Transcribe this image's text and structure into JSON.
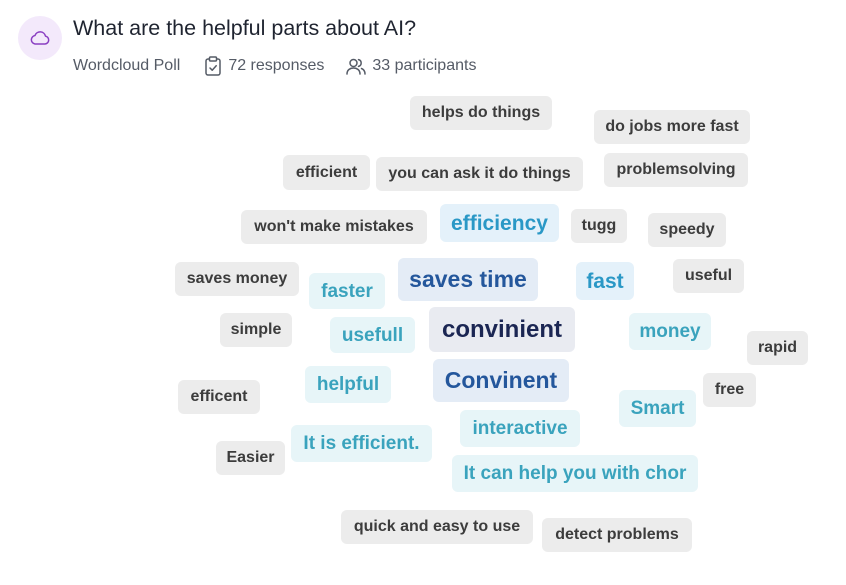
{
  "header": {
    "title": "What are the helpful parts about AI?",
    "poll_type": "Wordcloud Poll",
    "responses": "72 responses",
    "participants": "33 participants",
    "icon": "cloud-icon",
    "accent_color": "#8a3fc2"
  },
  "cloud": {
    "words": [
      "helps do things",
      "do jobs more fast",
      "efficient",
      "you can ask it do things",
      "problemsolving",
      "won't make mistakes",
      "efficiency",
      "tugg",
      "speedy",
      "saves money",
      "faster",
      "saves time",
      "fast",
      "useful",
      "simple",
      "usefull",
      "convinient",
      "money",
      "rapid",
      "efficent",
      "helpful",
      "Convinent",
      "free",
      "Smart",
      "interactive",
      "It is efficient.",
      "Easier",
      "It can help you with chor",
      "quick and easy to use",
      "detect problems"
    ]
  }
}
